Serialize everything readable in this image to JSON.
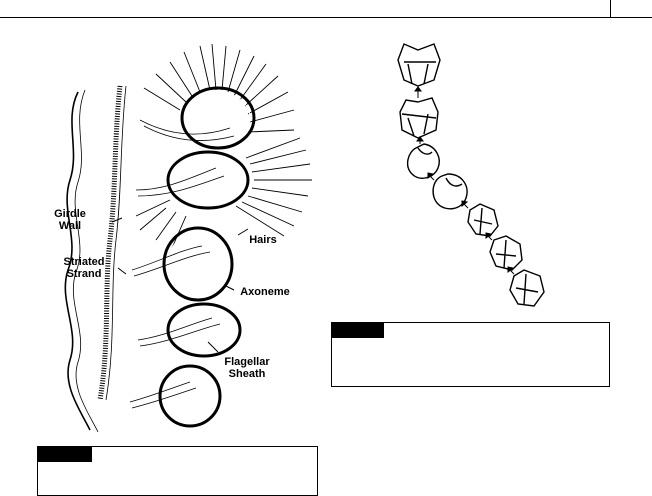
{
  "figure_left": {
    "labels": {
      "girdle_wall": "Girdle\nWall",
      "striated_strand": "Striated\nStrand",
      "hairs": "Hairs",
      "axoneme": "Axoneme",
      "flagellar_sheath": "Flagellar\nSheath"
    },
    "caption_text": ""
  },
  "figure_right": {
    "caption_text": ""
  },
  "colors": {
    "ink": "#000000",
    "paper": "#ffffff"
  }
}
